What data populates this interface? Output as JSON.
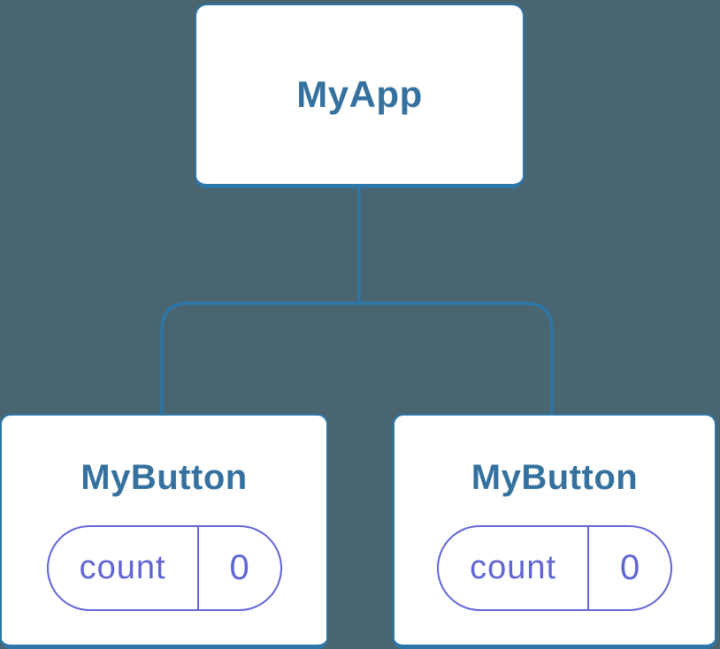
{
  "colors": {
    "background": "#4a6572",
    "card_border": "#2d76a8",
    "card_bg": "#ffffff",
    "label_color": "#35719f",
    "state_accent": "#6065d6"
  },
  "tree": {
    "root": {
      "label": "MyApp"
    },
    "children": [
      {
        "label": "MyButton",
        "state": {
          "name": "count",
          "value": "0"
        }
      },
      {
        "label": "MyButton",
        "state": {
          "name": "count",
          "value": "0"
        }
      }
    ]
  }
}
